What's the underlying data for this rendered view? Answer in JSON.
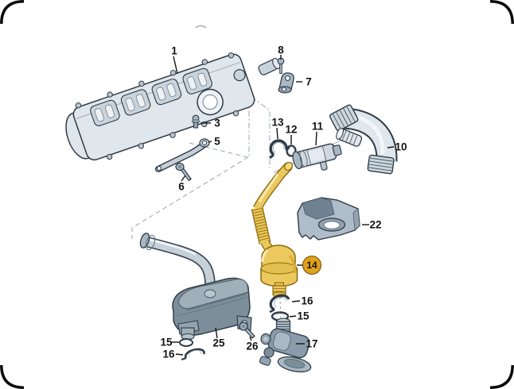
{
  "diagram": {
    "kind": "exploded-parts-diagram",
    "subject": "crankcase-ventilation-oil-separator-assembly",
    "background": "#ffffff",
    "colors": {
      "outline": "#2e3b47",
      "metal_light": "#dfe6ec",
      "metal_mid": "#a9b8c2",
      "metal_dark": "#7d8e9b",
      "highlight_part": "#ecc95e",
      "highlight_badge": "#dfa01e"
    }
  },
  "labels": [
    {
      "text": "1",
      "part": "cylinder-head-cover"
    },
    {
      "text": "3",
      "part": "breather-fitting"
    },
    {
      "text": "5",
      "part": "support-strap"
    },
    {
      "text": "6",
      "part": "hex-bolt"
    },
    {
      "text": "8",
      "part": "bolt"
    },
    {
      "text": "7",
      "part": "retaining-bracket"
    },
    {
      "text": "13",
      "part": "spring-clip"
    },
    {
      "text": "12",
      "part": "seal-ring"
    },
    {
      "text": "11",
      "part": "vent-valve"
    },
    {
      "text": "10",
      "part": "air-duct-hose"
    },
    {
      "text": "22",
      "part": "protective-cover"
    },
    {
      "text": "14",
      "part": "oil-separator-valve",
      "highlighted": true
    },
    {
      "text": "16",
      "part": "retaining-clip"
    },
    {
      "text": "15",
      "part": "o-ring"
    },
    {
      "text": "17",
      "part": "pressure-control-valve"
    },
    {
      "text": "15",
      "part": "o-ring"
    },
    {
      "text": "16",
      "part": "retaining-clip"
    },
    {
      "text": "25",
      "part": "oil-separator-reservoir"
    },
    {
      "text": "26",
      "part": "socket-bolt"
    }
  ]
}
